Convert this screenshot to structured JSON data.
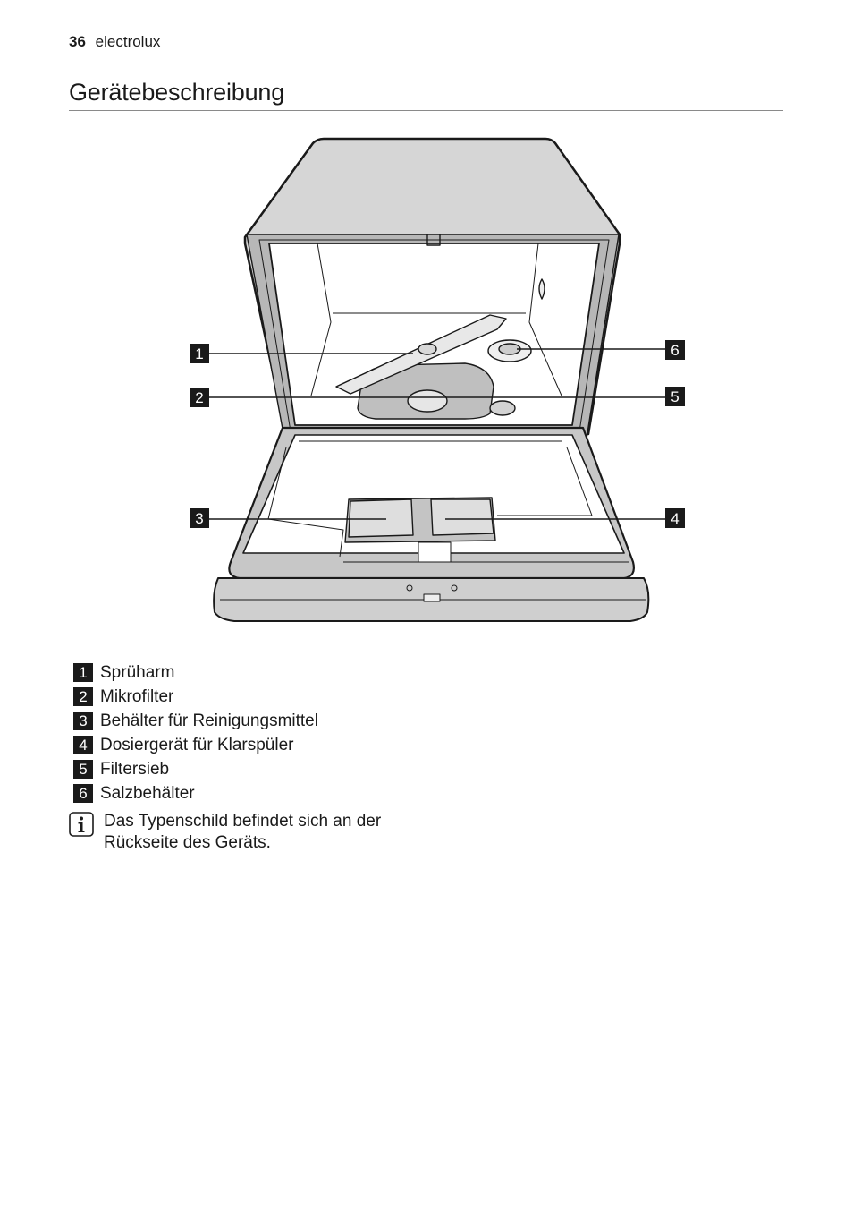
{
  "header": {
    "page_number": "36",
    "brand": "electrolux"
  },
  "title": "Gerätebeschreibung",
  "callouts": [
    "1",
    "2",
    "3",
    "4",
    "5",
    "6"
  ],
  "legend": [
    {
      "num": "1",
      "label": "Sprüharm"
    },
    {
      "num": "2",
      "label": "Mikrofilter"
    },
    {
      "num": "3",
      "label": "Behälter für Reinigungsmittel"
    },
    {
      "num": "4",
      "label": "Dosiergerät für Klarspüler"
    },
    {
      "num": "5",
      "label": "Filtersieb"
    },
    {
      "num": "6",
      "label": "Salzbehälter"
    }
  ],
  "note": {
    "icon": "info-icon",
    "line1": "Das Typenschild befindet sich an der",
    "line2": "Rückseite des Geräts."
  }
}
